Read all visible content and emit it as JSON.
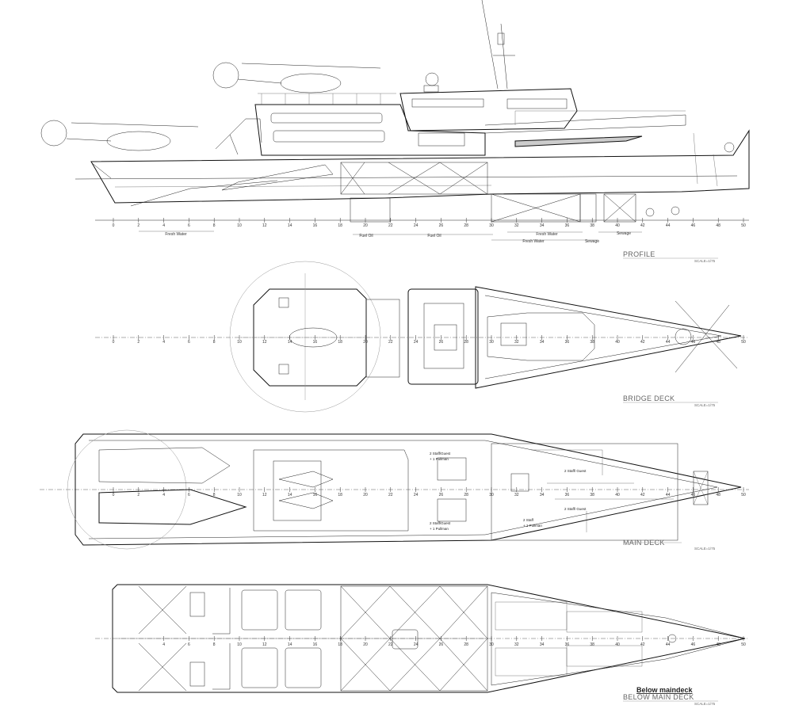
{
  "sections": {
    "profile": {
      "title": "PROFILE",
      "scale": "SCALE=1/75"
    },
    "bridge": {
      "title": "BRIDGE DECK",
      "scale": "SCALE=1/75"
    },
    "main": {
      "title": "MAIN DECK",
      "scale": "SCALE=1/75"
    },
    "below": {
      "title": "BELOW MAIN DECK",
      "heading": "Below maindeck",
      "scale": "SCALE=1/75"
    }
  },
  "frame_numbers": [
    "0",
    "2",
    "4",
    "6",
    "8",
    "10",
    "12",
    "14",
    "16",
    "18",
    "20",
    "22",
    "24",
    "26",
    "28",
    "30",
    "32",
    "34",
    "36",
    "38",
    "40",
    "42",
    "44",
    "46",
    "48",
    "50"
  ],
  "tank_labels": {
    "fresh_water_aft": "Fresh Water",
    "fuel_oil_1": "Fuel Oil",
    "fuel_oil_2": "Fuel Oil",
    "fresh_water_fwd_1": "Fresh Water",
    "fresh_water_fwd_2": "Fresh Water",
    "sewage_1": "Sewage",
    "sewage_2": "Sewage"
  },
  "cabin_labels": {
    "staff_guest_1": "2 Staff/Guest",
    "pullman_1": "+ 1 Pullman",
    "staff_guest_2": "2 Staff/Guest",
    "pullman_2": "+ 1 Pullman",
    "staff_1": "2 Staff/ Guest",
    "staff_2": "2 Staff",
    "staff_3": "+ 1 Pullman",
    "staff_4": "2 Staff/ Guest"
  }
}
